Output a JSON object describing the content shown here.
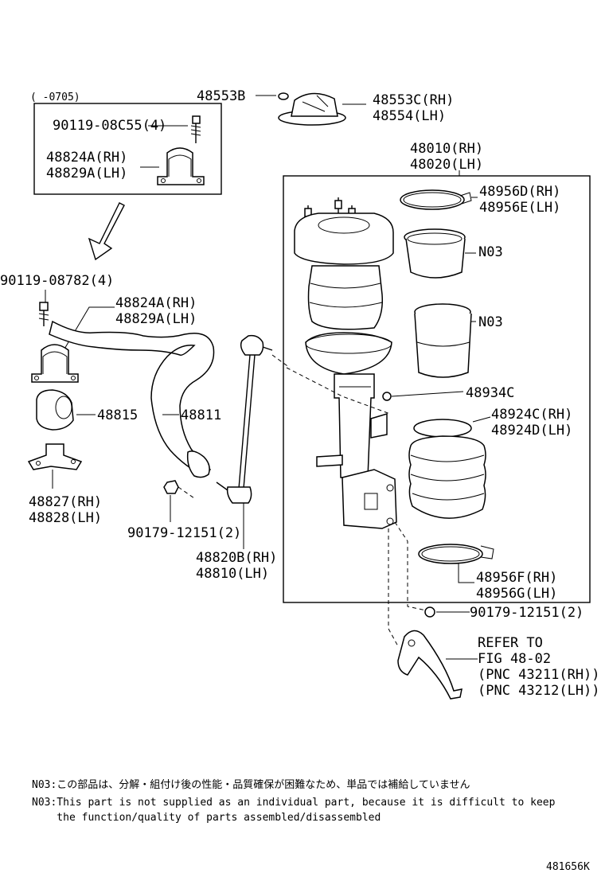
{
  "inset": {
    "range_label": "(      -0705)"
  },
  "labels": {
    "p48553B": "48553B",
    "p48553C": "48553C(RH)",
    "p48554": "48554(LH)",
    "p90119_08C55": "90119-08C55(4)",
    "p48824A_top": "48824A(RH)",
    "p48829A_top": "48829A(LH)",
    "p48010": "48010(RH)",
    "p48020": "48020(LH)",
    "p48956D": "48956D(RH)",
    "p48956E": "48956E(LH)",
    "pN03a": "N03",
    "pN03b": "N03",
    "p90119_08782": "90119-08782(4)",
    "p48824A_mid": "48824A(RH)",
    "p48829A_mid": "48829A(LH)",
    "p48934C": "48934C",
    "p48924C": "48924C(RH)",
    "p48924D": "48924D(LH)",
    "p48815": "48815",
    "p48811": "48811",
    "p48827": "48827(RH)",
    "p48828": "48828(LH)",
    "p90179_a": "90179-12151(2)",
    "p48820B": "48820B(RH)",
    "p48810": "48810(LH)",
    "p48956F": "48956F(RH)",
    "p48956G": "48956G(LH)",
    "p90179_b": "90179-12151(2)",
    "refer1": "REFER TO",
    "refer2": "FIG 48-02",
    "refer3": "(PNC 43211(RH))",
    "refer4": "(PNC 43212(LH))"
  },
  "notes": {
    "line1": "N03:この部品は、分解・組付け後の性能・品質確保が困難なため、単品では補給していません",
    "line2": "N03:This part is not supplied as an individual part, because it is difficult to keep",
    "line3": "    the function/quality of parts assembled/disassembled"
  },
  "figure_code": "481656K"
}
